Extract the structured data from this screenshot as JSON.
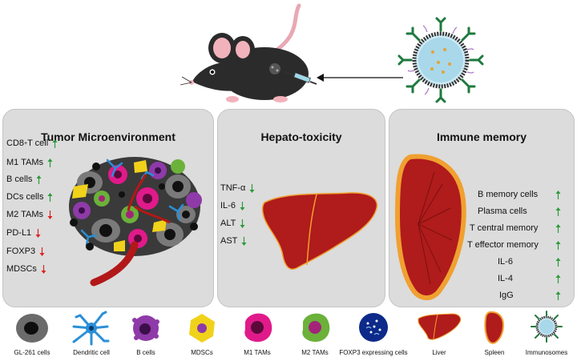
{
  "panels": {
    "tumor": {
      "title": "Tumor Microenvironment",
      "items": [
        {
          "label": "CD8",
          "sup": "+",
          "suffix": " T cell",
          "dir": "up"
        },
        {
          "label": "M1 TAMs",
          "dir": "up"
        },
        {
          "label": "B cells",
          "dir": "up"
        },
        {
          "label": "DCs cells",
          "dir": "up"
        },
        {
          "label": "M2 TAMs",
          "dir": "down"
        },
        {
          "label": "PD-L1",
          "dir": "down"
        },
        {
          "label": "FOXP3",
          "dir": "down"
        },
        {
          "label": "MDSCs",
          "dir": "down"
        }
      ]
    },
    "hepato": {
      "title": "Hepato-toxicity",
      "items": [
        {
          "label": "TNF-α",
          "dir": "down"
        },
        {
          "label": "IL-6",
          "dir": "down"
        },
        {
          "label": "ALT",
          "dir": "down"
        },
        {
          "label": "AST",
          "dir": "down"
        }
      ]
    },
    "memory": {
      "title": "Immune memory",
      "items": [
        {
          "label": "B memory cells",
          "dir": "up"
        },
        {
          "label": "Plasma cells",
          "dir": "up"
        },
        {
          "label": "T central memory",
          "dir": "up"
        },
        {
          "label": "T effector memory",
          "dir": "up"
        },
        {
          "label": "IL-6",
          "dir": "up"
        },
        {
          "label": "IL-4",
          "dir": "up"
        },
        {
          "label": "IgG",
          "dir": "up"
        }
      ]
    }
  },
  "legend": [
    {
      "label": "GL-261 cells",
      "icon": "gl261-cell-icon"
    },
    {
      "label": "Dendritic cell",
      "icon": "dendritic-cell-icon"
    },
    {
      "label": "B cells",
      "icon": "b-cell-icon"
    },
    {
      "label": "MDSCs",
      "icon": "mdsc-icon"
    },
    {
      "label": "M1 TAMs",
      "icon": "m1-tam-icon"
    },
    {
      "label": "M2 TAMs",
      "icon": "m2-tam-icon"
    },
    {
      "label": "FOXP3 expressing cells",
      "icon": "foxp3-cell-icon"
    },
    {
      "label": "Liver",
      "icon": "liver-icon"
    },
    {
      "label": "Spleen",
      "icon": "spleen-icon"
    },
    {
      "label": "Immunosomes",
      "icon": "immunosome-icon"
    }
  ],
  "colors": {
    "panel_bg": "#dcdcdc",
    "up_arrow": "#2a9a3a",
    "down_arrow": "#dd2222",
    "organ_red": "#b01b1b",
    "organ_rim": "#f0a030"
  }
}
